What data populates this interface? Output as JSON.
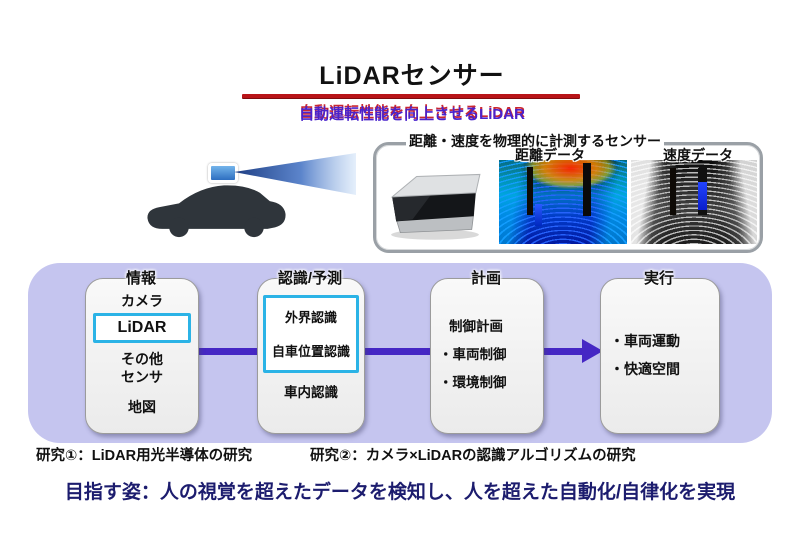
{
  "header": {
    "title": "LiDARセンサー",
    "subtitle": "自動運転性能を向上させるLiDAR"
  },
  "sensor_panel": {
    "caption": "距離・速度を物理的に計測するセンサー",
    "images": [
      {
        "label": "距離データ"
      },
      {
        "label": "速度データ"
      }
    ]
  },
  "flow": {
    "stages": [
      {
        "header": "情報",
        "items": [
          "カメラ",
          "LiDAR",
          "その他",
          "センサ",
          "地図"
        ]
      },
      {
        "header": "認識/予測",
        "items": [
          "外界認識",
          "自車位置認識",
          "車内認識"
        ]
      },
      {
        "header": "計画",
        "items": [
          "制御計画",
          "・車両制御",
          "・環境制御"
        ]
      },
      {
        "header": "実行",
        "items": [
          "・車両運動",
          "・快適空間"
        ]
      }
    ]
  },
  "research_notes": [
    {
      "label": "研究①：LiDAR用光半導体の研究"
    },
    {
      "label": "研究②：カメラ×LiDARの認識アルゴリズムの研究"
    }
  ],
  "goal": "目指す姿：人の視覚を超えたデータを検知し、人を超えた自動化/自律化を実現",
  "colors": {
    "accent_red": "#b81418",
    "subtitle_purple": "#4a22cc",
    "container_lavender": "#c5c5ef",
    "arrow_purple": "#4527c4",
    "highlight_cyan": "#2bb3e6",
    "goal_navy": "#1c1c6e"
  }
}
